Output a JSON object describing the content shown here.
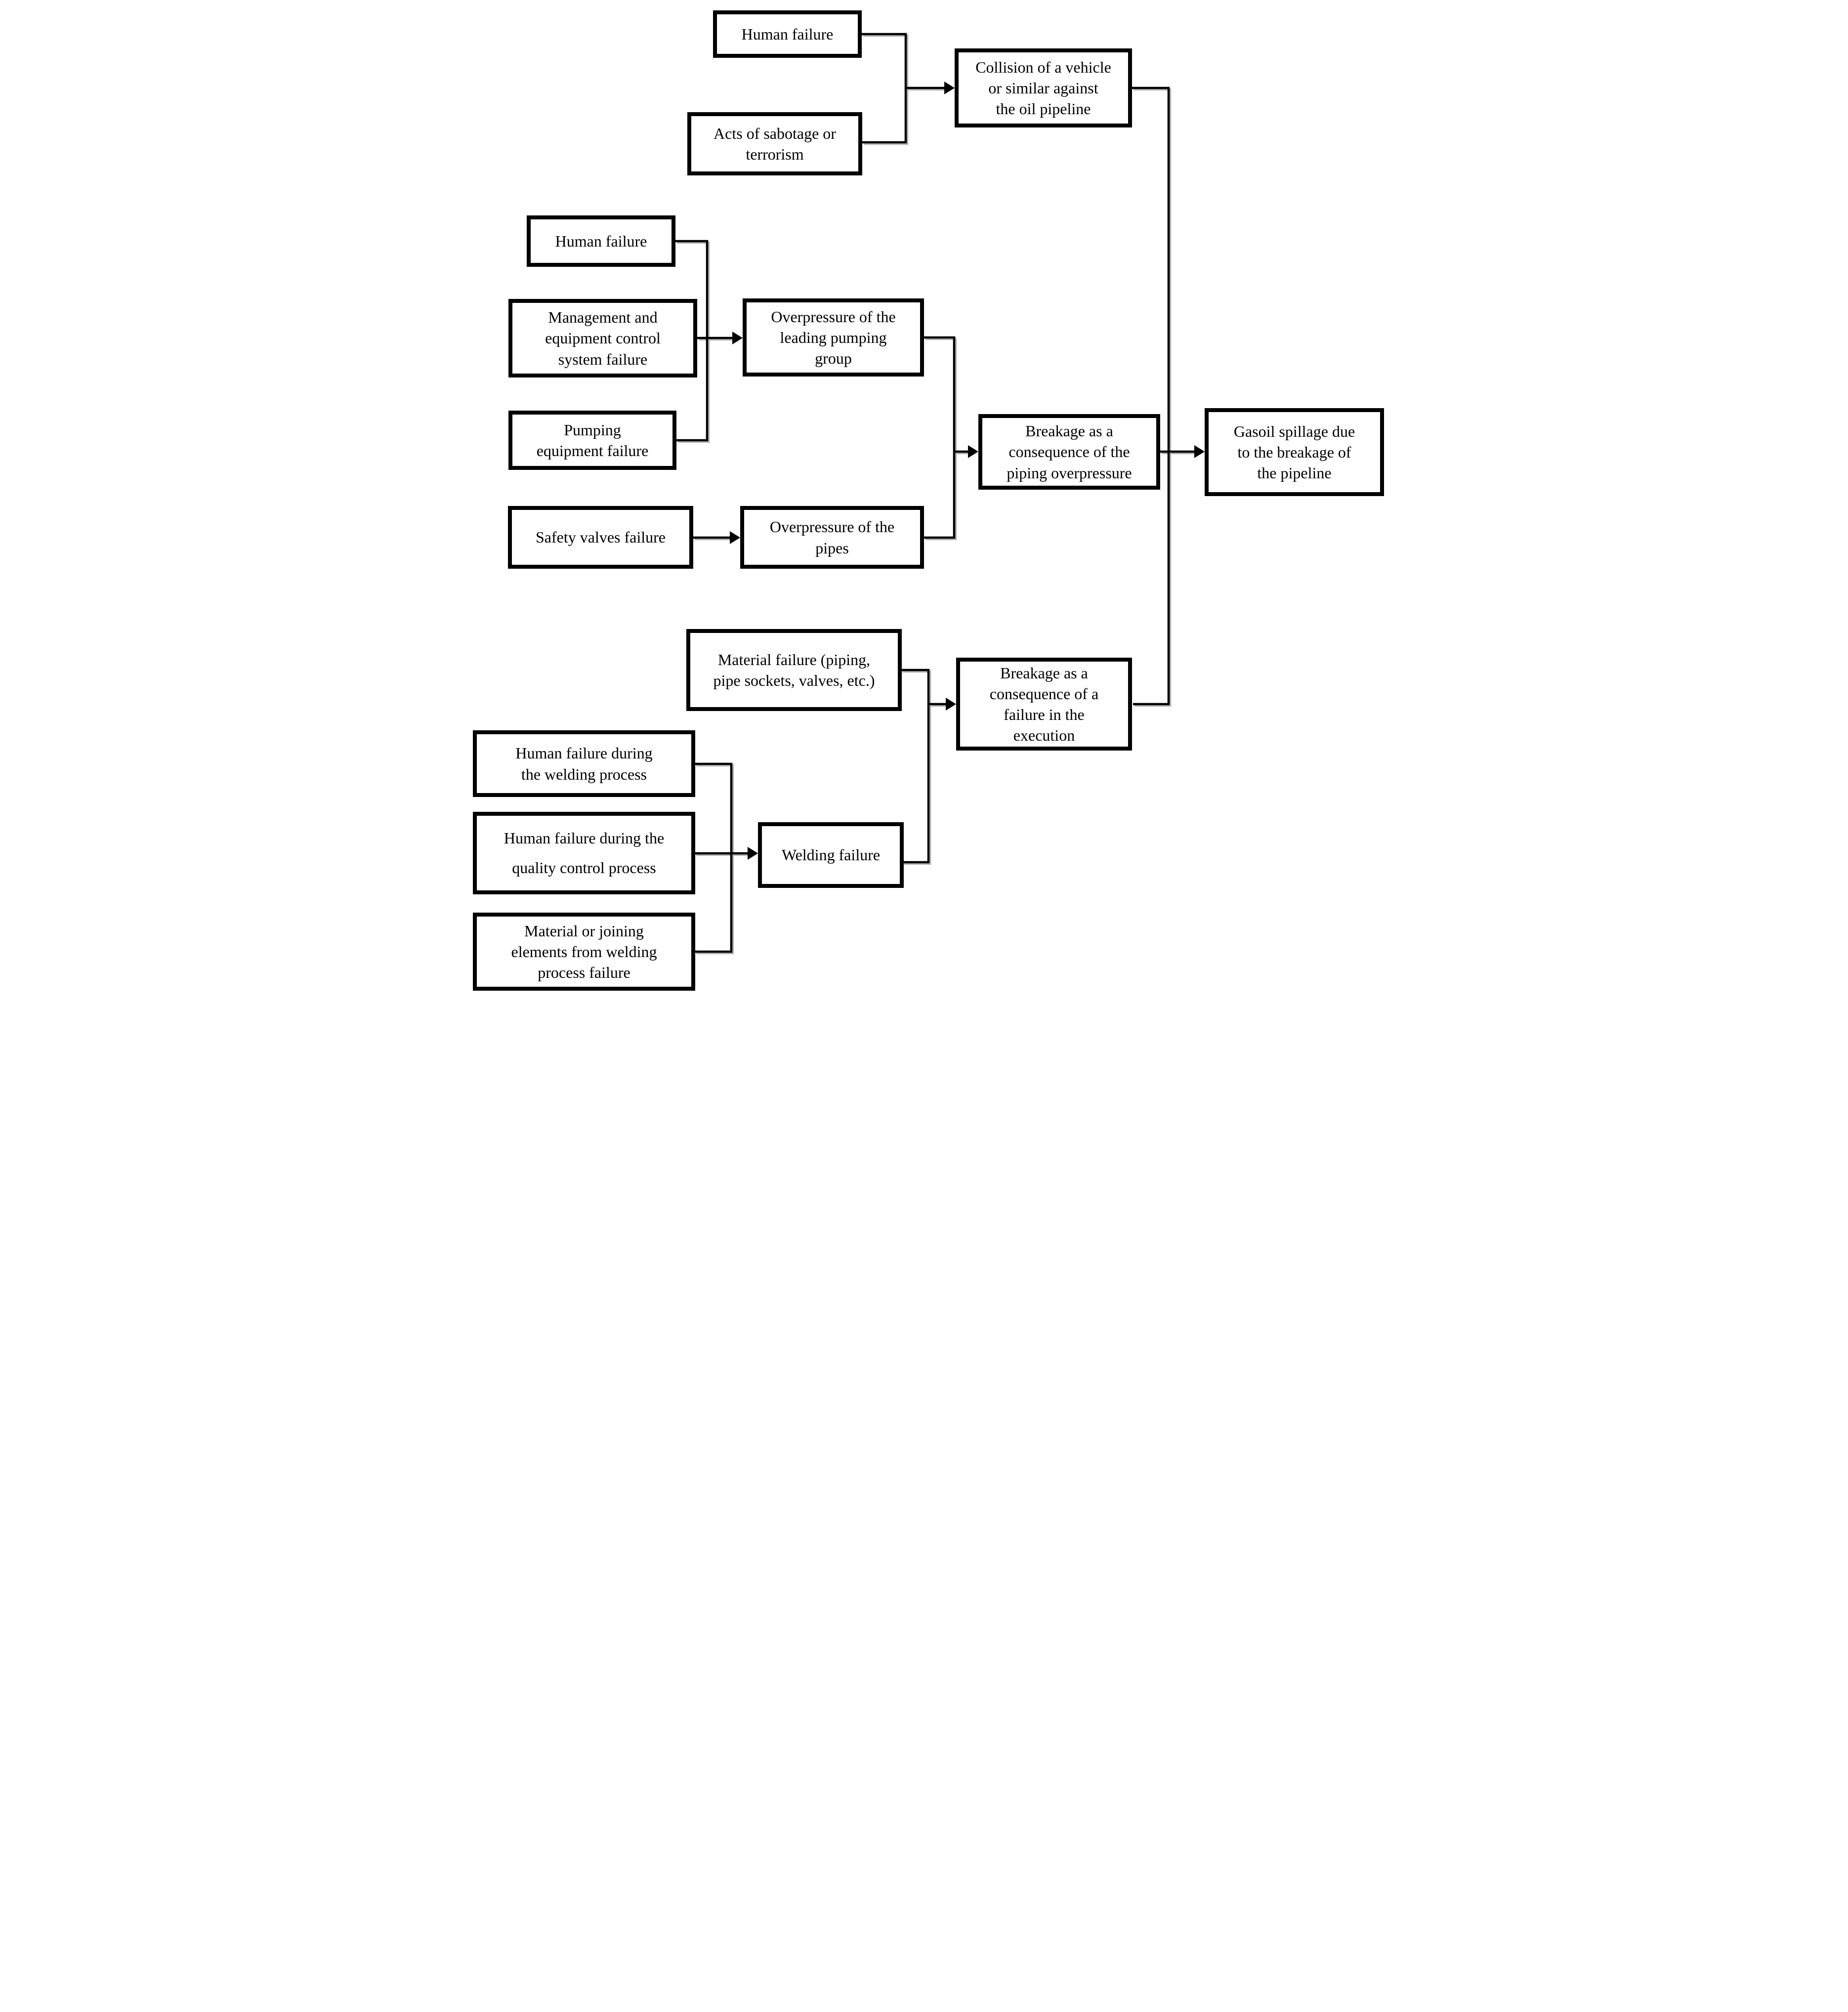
{
  "diagram": {
    "type": "flowchart",
    "direction": "left-to-right",
    "colors": {
      "background": "#ffffff",
      "box_border": "#000000",
      "text": "#000000",
      "connector": "#000000",
      "connector_shadow": "#b3b3b3"
    },
    "nodes": {
      "human_failure_top": {
        "label": "Human failure"
      },
      "acts_sabotage": {
        "label": "Acts of sabotage or\nterrorism"
      },
      "collision": {
        "label": "Collision of a vehicle\nor similar against\nthe oil pipeline"
      },
      "human_failure_mid": {
        "label": "Human failure"
      },
      "management": {
        "label": "Management and\nequipment control\nsystem failure"
      },
      "pumping": {
        "label": "Pumping\nequipment failure"
      },
      "overpressure_pumping": {
        "label": "Overpressure of the\nleading pumping\ngroup"
      },
      "safety_valves": {
        "label": "Safety valves failure"
      },
      "overpressure_pipes": {
        "label": "Overpressure of the\npipes"
      },
      "breakage_overpressure": {
        "label": "Breakage as a\nconsequence of the\npiping overpressure"
      },
      "gasoil_spillage": {
        "label": "Gasoil spillage due\nto the breakage of\nthe pipeline"
      },
      "material_failure": {
        "label": "Material failure (piping,\npipe sockets, valves, etc.)"
      },
      "breakage_execution": {
        "label": "Breakage as a\nconsequence of a\nfailure in the\nexecution"
      },
      "human_welding": {
        "label": "Human failure during\nthe welding process"
      },
      "human_quality": {
        "label": "Human failure during the\nquality control process"
      },
      "material_joining": {
        "label": "Material or joining\nelements from welding\nprocess failure"
      },
      "welding_failure": {
        "label": "Welding failure"
      }
    },
    "edges": [
      {
        "from": "human_failure_top",
        "to": "collision"
      },
      {
        "from": "acts_sabotage",
        "to": "collision"
      },
      {
        "from": "human_failure_mid",
        "to": "overpressure_pumping"
      },
      {
        "from": "management",
        "to": "overpressure_pumping"
      },
      {
        "from": "pumping",
        "to": "overpressure_pumping"
      },
      {
        "from": "safety_valves",
        "to": "overpressure_pipes"
      },
      {
        "from": "overpressure_pumping",
        "to": "breakage_overpressure"
      },
      {
        "from": "overpressure_pipes",
        "to": "breakage_overpressure"
      },
      {
        "from": "breakage_overpressure",
        "to": "gasoil_spillage"
      },
      {
        "from": "collision",
        "to": "gasoil_spillage"
      },
      {
        "from": "breakage_execution",
        "to": "gasoil_spillage"
      },
      {
        "from": "material_failure",
        "to": "breakage_execution"
      },
      {
        "from": "welding_failure",
        "to": "breakage_execution"
      },
      {
        "from": "human_welding",
        "to": "welding_failure"
      },
      {
        "from": "human_quality",
        "to": "welding_failure"
      },
      {
        "from": "material_joining",
        "to": "welding_failure"
      }
    ]
  }
}
